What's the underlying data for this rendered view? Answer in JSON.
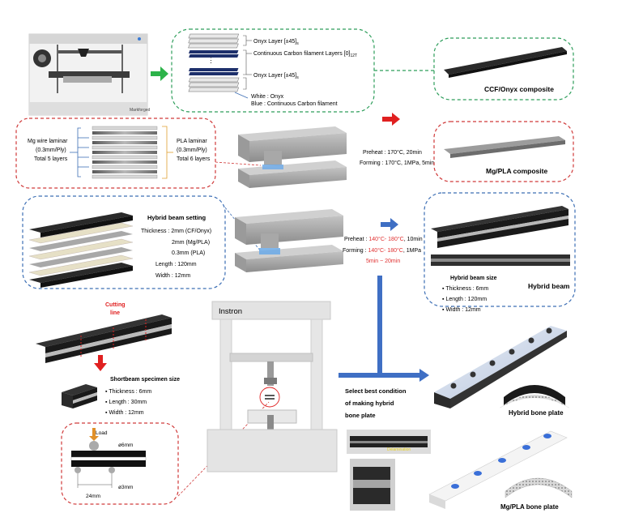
{
  "printer": {
    "brand": "Markforged"
  },
  "ccf_layup": {
    "onyx_top": "Onyx Layer [±45]",
    "onyx_top_sub": "s",
    "carbon": "Continuous Carbon filament Layers [0]",
    "carbon_sub": "12T",
    "onyx_bottom": "Onyx Layer [±45]",
    "onyx_bottom_sub": "s",
    "legend_white": "White : Onyx",
    "legend_blue": "Blue : Continuous Carbon filament"
  },
  "ccf_result": {
    "title": "CCF/Onyx composite"
  },
  "mg_layup": {
    "mg_line1": "Mg wire laminar",
    "mg_line2": "(0.3mm/Ply)",
    "mg_line3": "Total 5 layers",
    "pla_line1": "PLA laminar",
    "pla_line2": "(0.3mm/Ply)",
    "pla_line3": "Total 6 layers"
  },
  "mg_process": {
    "preheat": "Preheat : 170°C, 20min",
    "forming": "Forming : 170°C, 1MPa, 5min"
  },
  "mg_result": {
    "title": "Mg/PLA composite"
  },
  "hybrid_setting": {
    "title": "Hybrid beam setting",
    "thickness": "Thickness : 2mm (CF/Onyx)",
    "mgpla": "2mm (Mg/PLA)",
    "pla": "0.3mm (PLA)",
    "length": "Length : 120mm",
    "width": "Width : 12mm"
  },
  "hybrid_process": {
    "preheat_label": "Preheat : ",
    "preheat_value": "140°C- 180°C",
    "preheat_tail": ", 10min",
    "forming_label": "Forming : ",
    "forming_value": "140°C- 180°C",
    "forming_tail": ", 1MPa",
    "time": "5min ~ 20min"
  },
  "hybrid_result": {
    "size_title": "Hybrid beam size",
    "thickness": "Thickness : 6mm",
    "length": "Length : 120mm",
    "width": "Width : 12mm",
    "label": "Hybrid beam"
  },
  "cutting": {
    "line1": "Cutting",
    "line2": "line"
  },
  "shortbeam": {
    "title": "Shortbeam specimen size",
    "thickness": "Thickness : 6mm",
    "length": "Length : 30mm",
    "width": "Width : 12mm"
  },
  "test_fixture": {
    "load": "Load",
    "top_dia": "ø6mm",
    "bottom_dia": "ø3mm",
    "span": "24mm"
  },
  "instron": {
    "label": "Instron"
  },
  "selection": {
    "line1": "Select best condition",
    "line2": "of making hybrid",
    "line3": "bone plate",
    "delamination": "Delamination"
  },
  "bone_plates": {
    "hybrid": "Hybrid bone plate",
    "mgpla": "Mg/PLA bone plate"
  },
  "colors": {
    "green_dash": "#2e9e5b",
    "red_dash": "#d03a3a",
    "blue_dash": "#3d6fb5",
    "arrow_green": "#2db34a",
    "arrow_red": "#e02020",
    "arrow_blue": "#3f6fc4",
    "param_red": "#e03030",
    "cf_black": "#262626",
    "mg_gray": "#9b9b9b",
    "pla_beige": "#e6e0c6"
  }
}
